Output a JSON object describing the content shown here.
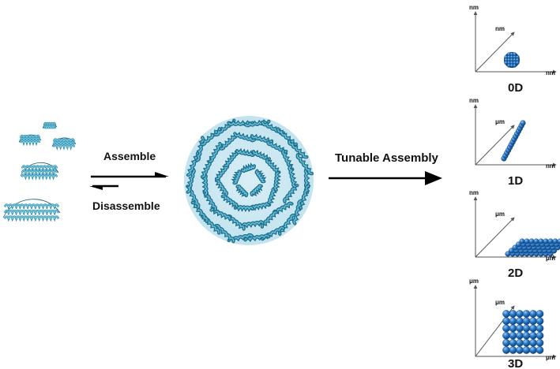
{
  "arrows": {
    "assemble_label": "Assemble",
    "disassemble_label": "Disassemble",
    "tunable_label": "Tunable Assembly"
  },
  "panels": [
    {
      "dim": "0D",
      "axis_y": "nm",
      "axis_depth": "nm",
      "axis_x": "nm"
    },
    {
      "dim": "1D",
      "axis_y": "nm",
      "axis_depth": "μm",
      "axis_x": "nm"
    },
    {
      "dim": "2D",
      "axis_y": "nm",
      "axis_depth": "μm",
      "axis_x": "μm"
    },
    {
      "dim": "3D",
      "axis_y": "μm",
      "axis_depth": "μm",
      "axis_x": "μm"
    }
  ],
  "colors": {
    "protein": "#2a8fae",
    "protein_dark": "#1b5f78",
    "protein_light": "#8fd0e6",
    "sphere": "#1f6fb8",
    "sphere_dark": "#0e3f7a",
    "sphere_light": "#7fb6ea",
    "arrow": "#000000",
    "axis": "#555555"
  }
}
